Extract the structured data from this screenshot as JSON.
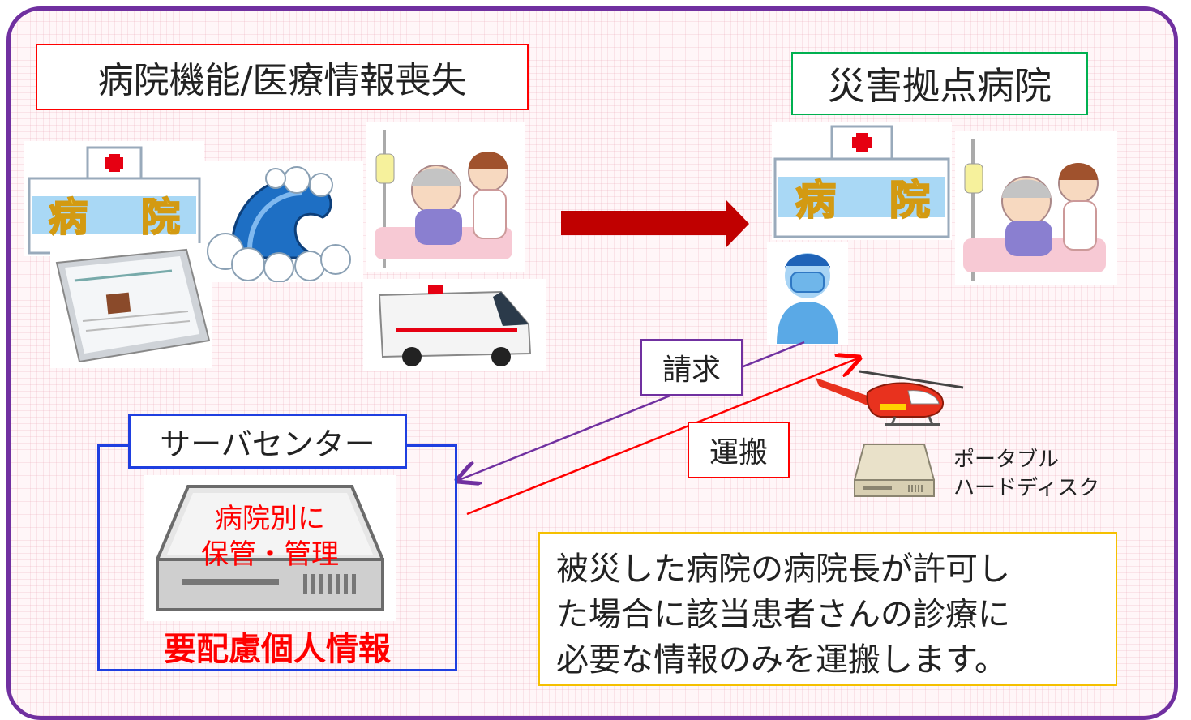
{
  "lost_hospital": {
    "title": "病院機能/医療情報喪失",
    "sign_chars": [
      "病",
      "院"
    ]
  },
  "disaster_hospital": {
    "title": "災害拠点病院",
    "sign_chars": [
      "病",
      "院"
    ]
  },
  "flows": {
    "request_label": "請求",
    "transport_label": "運搬"
  },
  "portable_disk": {
    "line1": "ポータブル",
    "line2": "ハードディスク"
  },
  "server_center": {
    "title": "サーバセンター",
    "disk_line1": "病院別に",
    "disk_line2": "保管・管理",
    "caption": "要配慮個人情報"
  },
  "note": {
    "lines": [
      "被災した病院の病院長が許可し",
      "た場合に該当患者さんの診療に",
      "必要な情報のみを運搬します。"
    ]
  },
  "colors": {
    "frame": "#7030a0",
    "lost_box": "#ff0000",
    "base_box": "#00b050",
    "server_box": "#1f3fe0",
    "note_box": "#f5c000",
    "request_arrow": "#7030a0",
    "transport_arrow": "#ff0000",
    "big_arrow": "#c00000"
  },
  "icons": [
    "hospital-building-icon",
    "tablet-computer-icon",
    "tsunami-wave-icon",
    "patient-nurse-icon",
    "ambulance-icon",
    "doctor-icon",
    "helicopter-icon",
    "hard-disk-icon",
    "big-right-arrow-icon"
  ]
}
